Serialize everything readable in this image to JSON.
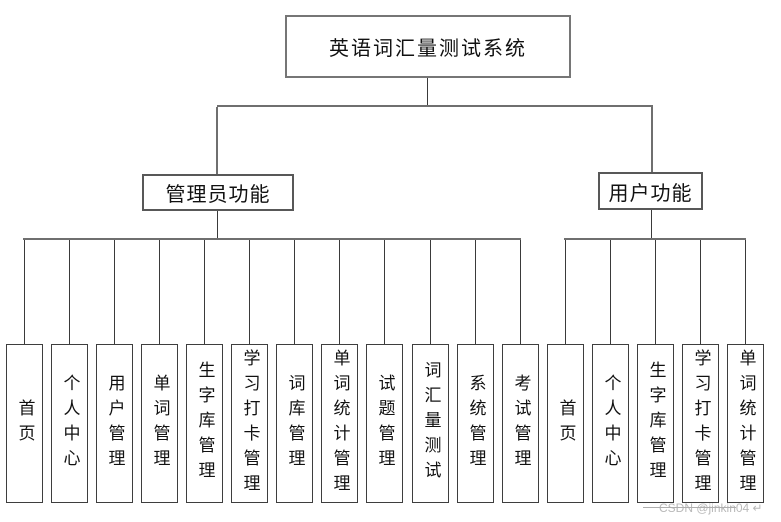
{
  "tree": {
    "root": {
      "label": "英语词汇量测试系统"
    },
    "branches": [
      {
        "label": "管理员功能",
        "children": [
          "首页",
          "个人中心",
          "用户管理",
          "单词管理",
          "生字库管理",
          "学习打卡管理",
          "词库管理",
          "单词统计管理",
          "试题管理",
          "词汇量测试",
          "系统管理",
          "考试管理"
        ]
      },
      {
        "label": "用户功能",
        "children": [
          "首页",
          "个人中心",
          "生字库管理",
          "学习打卡管理",
          "单词统计管理"
        ]
      }
    ]
  },
  "watermark": {
    "text": "CSDN @jinkin04 ↵"
  },
  "colors": {
    "background": "#ffffff",
    "box_border": "#585858",
    "root_border": "#767676",
    "leaf_border": "#3e3e3e",
    "connector": "#6f6f6f",
    "connector_thin": "#3a3a3a",
    "text": "#111111",
    "watermark": "#b9b9b9"
  }
}
